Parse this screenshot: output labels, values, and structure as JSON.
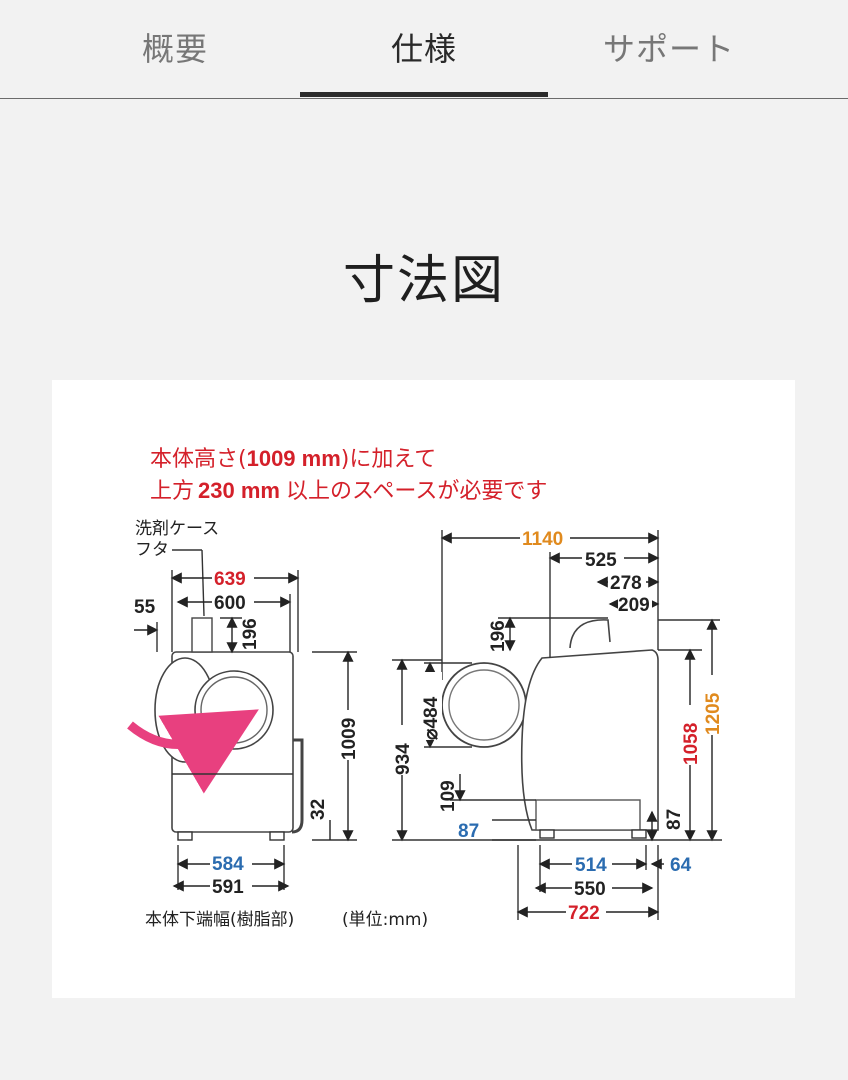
{
  "tabs": [
    {
      "label": "概要",
      "active": false
    },
    {
      "label": "仕様",
      "active": true
    },
    {
      "label": "サポート",
      "active": false
    }
  ],
  "title": "寸法図",
  "diagram": {
    "note_line1_a": "本体高さ(",
    "note_line1_b": "1009 mm",
    "note_line1_c": ")に加えて",
    "note_line2_a": "上方",
    "note_line2_b": "230 mm",
    "note_line2_c": "以上のスペースが必要です",
    "label_detergent_1": "洗剤ケース",
    "label_detergent_2": "フタ",
    "label_bottom_width": "本体下端幅(樹脂部)",
    "label_unit": "(単位:mm)",
    "colors": {
      "red": "#d4202a",
      "blue": "#2b6cb0",
      "orange": "#e08a1e",
      "dark": "#222222",
      "accent": "#e8407f"
    },
    "front": {
      "w639": "639",
      "w600": "600",
      "w55": "55",
      "h196": "196",
      "h1009": "1009",
      "h32": "32",
      "w584": "584",
      "w591": "591"
    },
    "side": {
      "d1140": "1140",
      "d525": "525",
      "d278": "278",
      "d209": "209",
      "h196": "196",
      "h934": "934",
      "dia484": "⌀484",
      "h109": "109",
      "h87a": "87",
      "h1058": "1058",
      "h1205": "1205",
      "h87b": "87",
      "d514": "514",
      "d64": "64",
      "d550": "550",
      "d722": "722"
    }
  }
}
